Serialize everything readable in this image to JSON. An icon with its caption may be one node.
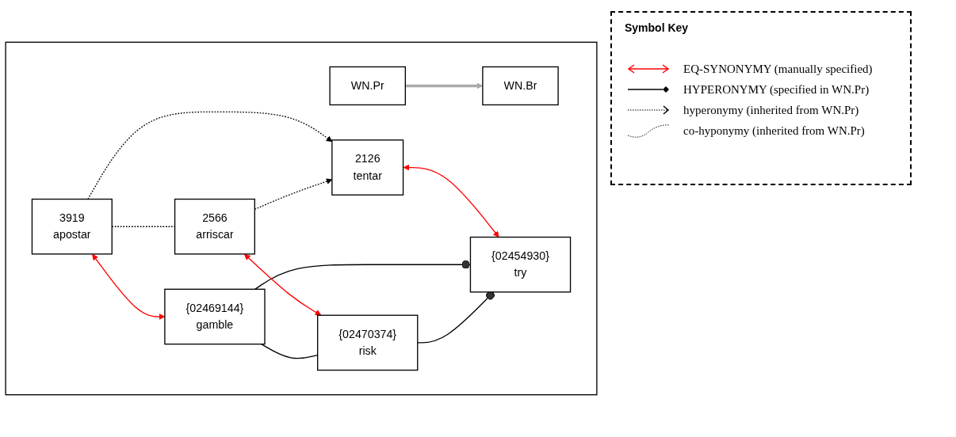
{
  "diagram": {
    "nodes": [
      {
        "text": [],
        "shape": "box"
      },
      {
        "text": [
          "WN.Br"
        ],
        "in": 0
      },
      {
        "text": [
          "WN.Pr"
        ],
        "in": 0
      },
      {
        "text": [
          "2126",
          "tentar"
        ],
        "in": 0
      },
      {
        "text": [
          "{02454930}",
          "try"
        ],
        "in": 0
      },
      {
        "text": [
          "3919",
          "apostar"
        ],
        "in": 0
      },
      {
        "text": [
          "{02469144}",
          "gamble"
        ],
        "in": 0
      },
      {
        "text": [
          "2566",
          "arriscar"
        ],
        "in": 0
      },
      {
        "text": [
          "{02470374}",
          "risk"
        ],
        "in": 0
      }
    ],
    "edges": [
      {
        "from": 2,
        "to": 1,
        "arrow": "to",
        "style": "thick",
        "color": "#aaaaaa"
      },
      {
        "from": 3,
        "to": 4,
        "arrow": "both",
        "color": "#ff0000"
      },
      {
        "from": 5,
        "to": 3,
        "arrow": "to",
        "style": "dashed"
      },
      {
        "from": 7,
        "to": 3,
        "arrow": "to",
        "style": "dashed"
      },
      {
        "from": 6,
        "to": 4,
        "arrow": "other"
      },
      {
        "from": 8,
        "to": 4,
        "arrow": "other"
      },
      {
        "from": 5,
        "to": 6,
        "arrow": "both",
        "color": "#ff0000"
      },
      {
        "from": 7,
        "to": 8,
        "arrow": "both",
        "color": "#ff0000"
      },
      {
        "from": 5,
        "to": 7,
        "arrow": "none",
        "style": "dashed"
      },
      {
        "from": 6,
        "to": 8,
        "arrow": "none"
      }
    ],
    "labels": [
      "Symbol Key"
    ],
    "legend": [
      {
        "text": "EQ-SYNONYMY (manually specified)"
      },
      {
        "text": "HYPERONYMY (specified in WN.Pr)"
      },
      {
        "text": "hyperonymy (inherited from WN.Pr)"
      },
      {
        "text": "co-hyponymy (inherited from WN.Pr)"
      }
    ]
  }
}
